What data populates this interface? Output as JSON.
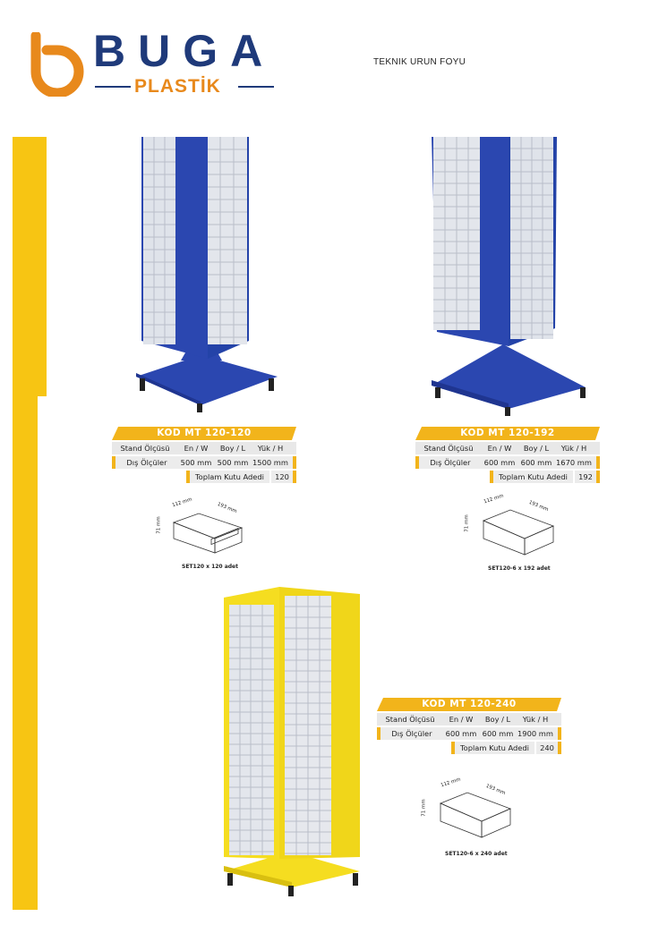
{
  "header": {
    "brand_name": "BUGA",
    "brand_sub": "PLASTİK",
    "doc_title": "TEKNIK URUN FOYU"
  },
  "colors": {
    "brand_navy": "#1f3a7a",
    "brand_orange": "#e8891c",
    "accent_yellow": "#f7c513",
    "stand_blue": "#2b47b0",
    "stand_yellow": "#f5dd20"
  },
  "products": [
    {
      "code": "KOD MT 120-120",
      "headers": [
        "Stand Ölçüsü",
        "En / W",
        "Boy / L",
        "Yük / H"
      ],
      "outer_label": "Dış Ölçüler",
      "values": [
        "500 mm",
        "500 mm",
        "1500 mm"
      ],
      "total_label": "Toplam Kutu Adedi",
      "total_value": "120",
      "box_dims": [
        "112 mm",
        "193 mm",
        "71 mm"
      ],
      "caption": "SET120 x 120 adet"
    },
    {
      "code": "KOD MT 120-192",
      "headers": [
        "Stand Ölçüsü",
        "En / W",
        "Boy / L",
        "Yük / H"
      ],
      "outer_label": "Dış Ölçüler",
      "values": [
        "600 mm",
        "600 mm",
        "1670 mm"
      ],
      "total_label": "Toplam Kutu Adedi",
      "total_value": "192",
      "box_dims": [
        "112 mm",
        "193 mm",
        "71 mm"
      ],
      "caption": "SET120-6 x 192 adet"
    },
    {
      "code": "KOD MT 120-240",
      "headers": [
        "Stand Ölçüsü",
        "En / W",
        "Boy / L",
        "Yük / H"
      ],
      "outer_label": "Dış Ölçüler",
      "values": [
        "600 mm",
        "600 mm",
        "1900 mm"
      ],
      "total_label": "Toplam Kutu Adedi",
      "total_value": "240",
      "box_dims": [
        "112 mm",
        "193 mm",
        "71 mm"
      ],
      "caption": "SET120-6 x 240 adet"
    }
  ]
}
